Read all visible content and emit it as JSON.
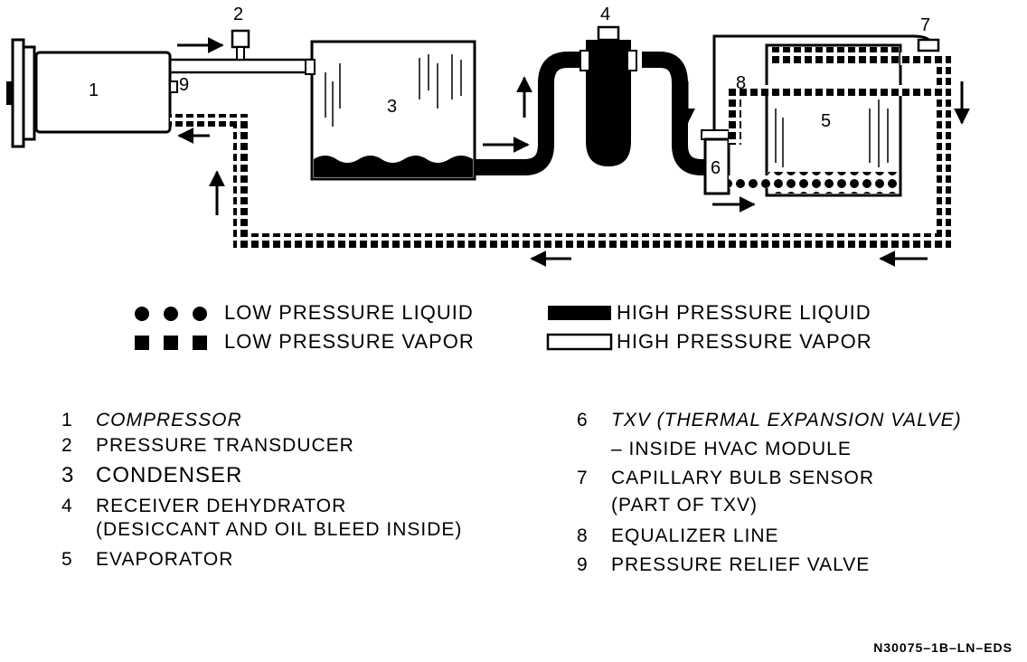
{
  "diagram": {
    "callouts": [
      "1",
      "2",
      "3",
      "4",
      "5",
      "6",
      "7",
      "8",
      "9"
    ]
  },
  "legend": {
    "low_pressure_liquid": "LOW PRESSURE LIQUID",
    "low_pressure_vapor": "LOW PRESSURE VAPOR",
    "high_pressure_liquid": "HIGH PRESSURE LIQUID",
    "high_pressure_vapor": "HIGH PRESSURE VAPOR"
  },
  "key": [
    {
      "num": "1",
      "text": "COMPRESSOR"
    },
    {
      "num": "2",
      "text": "PRESSURE TRANSDUCER"
    },
    {
      "num": "3",
      "text": "CONDENSER"
    },
    {
      "num": "4",
      "text": "RECEIVER DEHYDRATOR",
      "text2": "(DESICCANT AND OIL BLEED INSIDE)"
    },
    {
      "num": "5",
      "text": "EVAPORATOR"
    },
    {
      "num": "6",
      "text": "TXV (THERMAL EXPANSION VALVE)",
      "text2": "– INSIDE HVAC MODULE"
    },
    {
      "num": "7",
      "text": "CAPILLARY BULB SENSOR",
      "text2": "(PART OF TXV)"
    },
    {
      "num": "8",
      "text": "EQUALIZER LINE"
    },
    {
      "num": "9",
      "text": "PRESSURE RELIEF VALVE"
    }
  ],
  "figure_code": "N30075–1B–LN–EDS"
}
